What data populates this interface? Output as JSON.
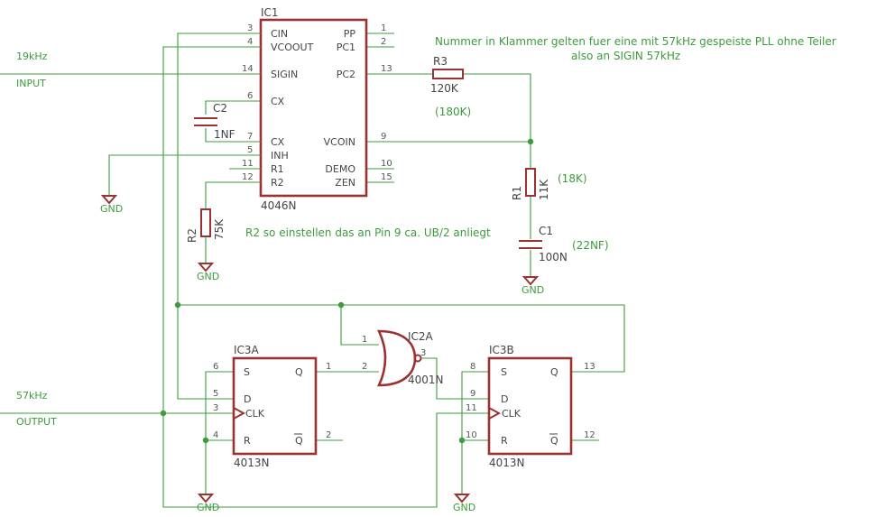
{
  "colors": {
    "wire": "#3c9b3c",
    "part": "#9b3232",
    "text": "#444444"
  },
  "net_labels": {
    "in_freq": "19kHz",
    "in_name": "INPUT",
    "out_freq": "57kHz",
    "out_name": "OUTPUT"
  },
  "notes": {
    "line1": "Nummer in Klammer gelten fuer eine mit 57kHz gespeiste PLL ohne Teiler",
    "line2": "also an SIGIN 57kHz",
    "r2_note": "R2 so einstellen das an Pin 9 ca. UB/2 anliegt"
  },
  "ic1": {
    "name": "IC1",
    "value": "4046N",
    "pins_left": [
      {
        "num": "3",
        "label": "CIN"
      },
      {
        "num": "4",
        "label": "VCOOUT"
      },
      {
        "num": "14",
        "label": "SIGIN"
      },
      {
        "num": "6",
        "label": "CX"
      },
      {
        "num": "7",
        "label": "CX"
      },
      {
        "num": "5",
        "label": "INH"
      },
      {
        "num": "11",
        "label": "R1"
      },
      {
        "num": "12",
        "label": "R2"
      }
    ],
    "pins_right": [
      {
        "num": "1",
        "label": "PP"
      },
      {
        "num": "2",
        "label": "PC1"
      },
      {
        "num": "13",
        "label": "PC2"
      },
      {
        "num": "9",
        "label": "VCOIN"
      },
      {
        "num": "10",
        "label": "DEMO"
      },
      {
        "num": "15",
        "label": "ZEN"
      }
    ]
  },
  "ic3a": {
    "name": "IC3A",
    "value": "4013N",
    "pins": {
      "s": "6",
      "d": "5",
      "clk": "3",
      "r": "4",
      "q": "1",
      "qn": "2"
    },
    "labels": {
      "s": "S",
      "d": "D",
      "clk": "CLK",
      "r": "R",
      "q": "Q",
      "qn": "Q"
    }
  },
  "ic3b": {
    "name": "IC3B",
    "value": "4013N",
    "pins": {
      "s": "8",
      "d": "9",
      "clk": "11",
      "r": "10",
      "q": "13",
      "qn": "12"
    },
    "labels": {
      "s": "S",
      "d": "D",
      "clk": "CLK",
      "r": "R",
      "q": "Q",
      "qn": "Q"
    }
  },
  "ic2a": {
    "name": "IC2A",
    "value": "4001N",
    "pins": {
      "in1": "1",
      "in2": "2",
      "out": "3"
    }
  },
  "r1": {
    "name": "R1",
    "value": "11K",
    "alt": "(18K)"
  },
  "r2": {
    "name": "R2",
    "value": "75K"
  },
  "r3": {
    "name": "R3",
    "value": "120K",
    "alt": "(180K)"
  },
  "c1": {
    "name": "C1",
    "value": "100N",
    "alt": "(22NF)"
  },
  "c2": {
    "name": "C2",
    "value": "1NF"
  },
  "gnd_label": "GND"
}
